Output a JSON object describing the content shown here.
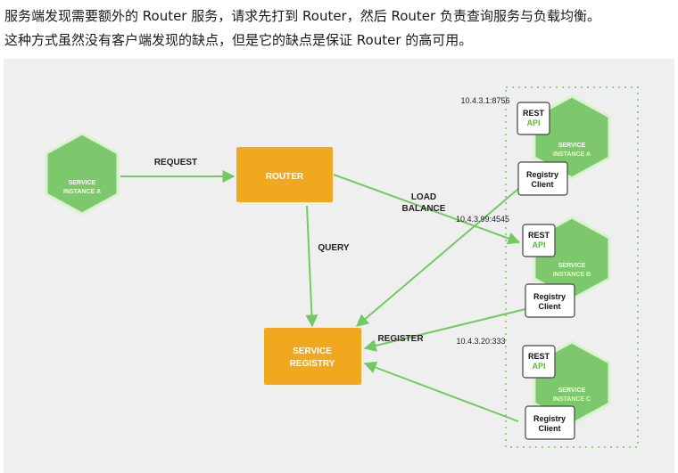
{
  "intro": {
    "line1": "服务端发现需要额外的 Router 服务，请求先打到 Router，然后 Router 负责查询服务与负载均衡。",
    "line2": "这种方式虽然没有客户端发现的缺点，但是它的缺点是保证 Router 的高可用。"
  },
  "diagram": {
    "client": {
      "name": "SERVICE",
      "instance": "INSTANCE A"
    },
    "router": {
      "label": "ROUTER"
    },
    "registry": {
      "line1": "SERVICE",
      "line2": "REGISTRY"
    },
    "labels": {
      "request": "REQUEST",
      "query": "QUERY",
      "load1": "LOAD",
      "load2": "BALANCE",
      "register": "REGISTER"
    },
    "instances": [
      {
        "address": "10.4.3.1:8756",
        "rest": "REST",
        "api": "API",
        "name": "SERVICE",
        "instance": "INSTANCE A",
        "client1": "Registry",
        "client2": "Client"
      },
      {
        "address": "10.4.3.99:4545",
        "rest": "REST",
        "api": "API",
        "name": "SERVICE",
        "instance": "INSTANCE B",
        "client1": "Registry",
        "client2": "Client"
      },
      {
        "address": "10.4.3.20:333",
        "rest": "REST",
        "api": "API",
        "name": "SERVICE",
        "instance": "INSTANCE C",
        "client1": "Registry",
        "client2": "Client"
      }
    ]
  },
  "colors": {
    "green": "#7dc86c",
    "orange": "#f0a81e",
    "arrow": "#74c864"
  }
}
